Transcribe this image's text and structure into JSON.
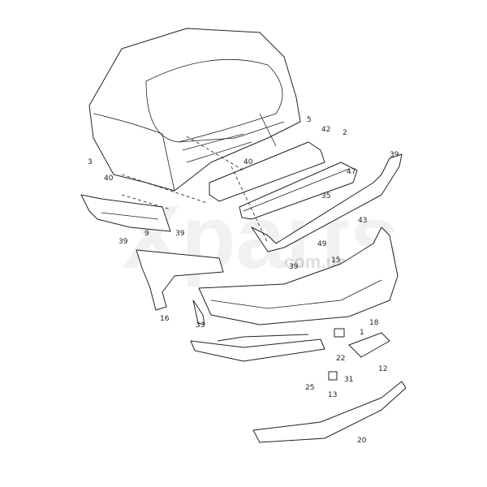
{
  "watermark": {
    "brand": "Xparts",
    "domain": "com.ua"
  },
  "labels": [
    {
      "id": "5",
      "text": "5"
    },
    {
      "id": "42",
      "text": "42"
    },
    {
      "id": "2",
      "text": "2"
    },
    {
      "id": "39a",
      "text": "39"
    },
    {
      "id": "3",
      "text": "3"
    },
    {
      "id": "40a",
      "text": "40"
    },
    {
      "id": "40b",
      "text": "40"
    },
    {
      "id": "47",
      "text": "47"
    },
    {
      "id": "35",
      "text": "35"
    },
    {
      "id": "9",
      "text": "9"
    },
    {
      "id": "39b",
      "text": "39"
    },
    {
      "id": "39c",
      "text": "39"
    },
    {
      "id": "43",
      "text": "43"
    },
    {
      "id": "49",
      "text": "49"
    },
    {
      "id": "39d",
      "text": "39"
    },
    {
      "id": "15",
      "text": "15"
    },
    {
      "id": "16",
      "text": "16"
    },
    {
      "id": "33",
      "text": "33"
    },
    {
      "id": "18",
      "text": "18"
    },
    {
      "id": "1",
      "text": "1"
    },
    {
      "id": "22",
      "text": "22"
    },
    {
      "id": "12",
      "text": "12"
    },
    {
      "id": "25",
      "text": "25"
    },
    {
      "id": "31",
      "text": "31"
    },
    {
      "id": "13",
      "text": "13"
    },
    {
      "id": "20",
      "text": "20"
    }
  ]
}
